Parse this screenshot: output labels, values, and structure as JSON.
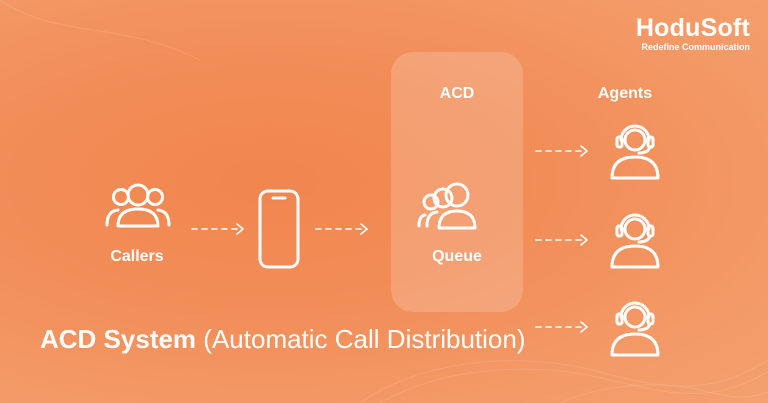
{
  "brand": {
    "name": "HoduSoft",
    "tagline": "Redefine Communication"
  },
  "diagram": {
    "callers_label": "Callers",
    "acd_label": "ACD",
    "queue_label": "Queue",
    "agents_label": "Agents"
  },
  "title": {
    "bold": "ACD System",
    "light": "(Automatic Call Distribution)"
  },
  "icons": [
    "group-icon",
    "smartphone-icon",
    "group-icon",
    "headset-agent-icon"
  ],
  "colors": {
    "background": "#f28d58",
    "foreground": "#ffffff"
  }
}
